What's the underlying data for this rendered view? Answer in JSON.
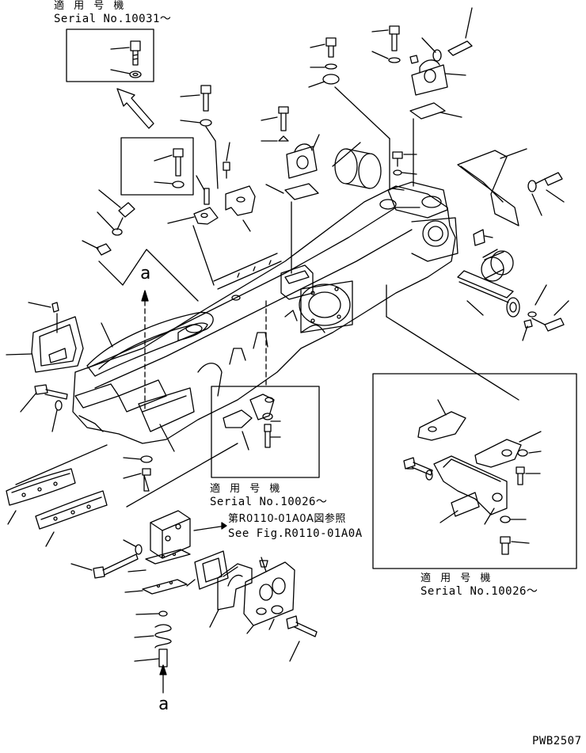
{
  "callouts": {
    "serial_10031": {
      "jp": "適 用 号 機",
      "en": "Serial No.10031～"
    },
    "serial_10026_center": {
      "jp": "適 用 号 機",
      "en": "Serial No.10026～"
    },
    "serial_10026_right": {
      "jp": "適 用 号 機",
      "en": "Serial No.10026～"
    },
    "see_fig": {
      "jp": "第R0110-01A0A図参照",
      "en": "See Fig.R0110-01A0A"
    }
  },
  "markers": {
    "top": "a",
    "bottom": "a"
  },
  "drawing_code": "PWB2507",
  "stroke_color": "#000000",
  "background_color": "#ffffff"
}
